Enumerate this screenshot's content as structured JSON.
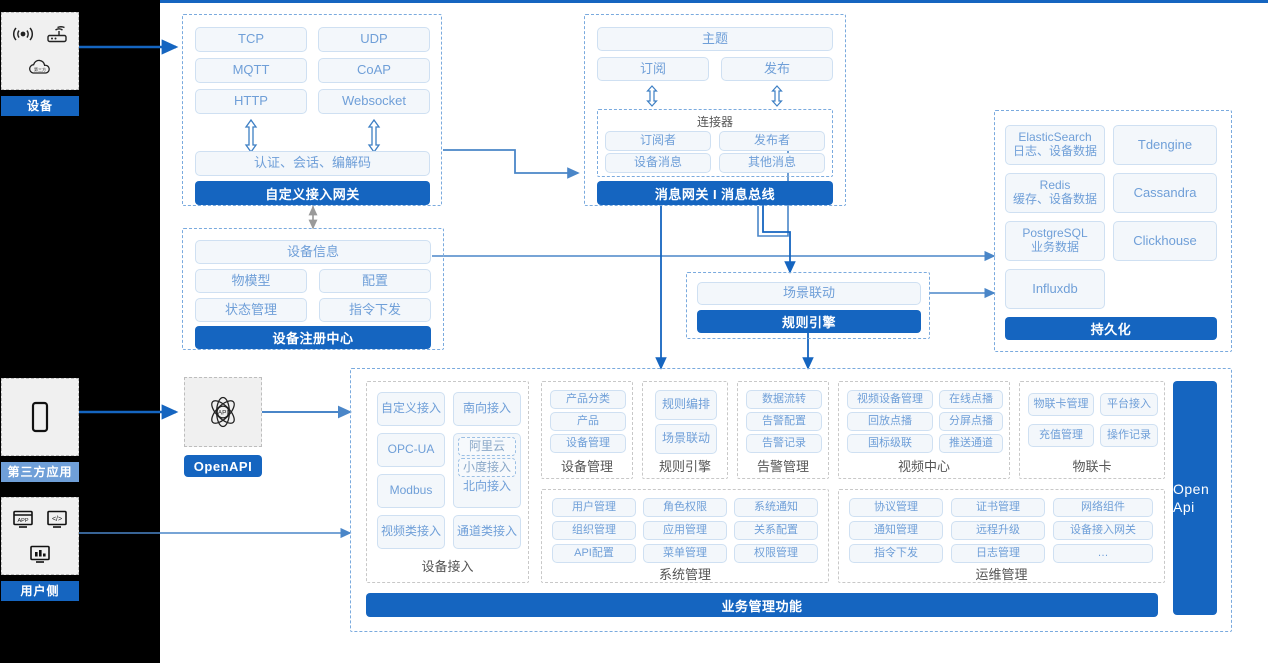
{
  "meta": {
    "title": "IoT 平台架构图"
  },
  "actors": [
    {
      "id": "device",
      "caption": "设备",
      "icons": [
        "wifi-signal-icon",
        "router-icon",
        "cloud-icon"
      ]
    },
    {
      "id": "thirdparty",
      "caption": "第三方应用",
      "icons": [
        "mobile-phone-icon"
      ]
    },
    {
      "id": "user",
      "caption": "用户侧",
      "icons": [
        "app-window-icon",
        "code-window-icon",
        "dashboard-icon"
      ]
    }
  ],
  "openapi": {
    "label": "OpenAPI",
    "icon": "api-atom-icon"
  },
  "gateway": {
    "protocols_left": [
      "TCP",
      "MQTT",
      "HTTP"
    ],
    "protocols_right": [
      "UDP",
      "CoAP",
      "Websocket"
    ],
    "middle": "认证、会话、编解码",
    "bar": "自定义接入网关",
    "arrow_icon": "up-down-arrow-icon"
  },
  "message_bus": {
    "topic": "主题",
    "subscribe": "订阅",
    "publish": "发布",
    "connector_title": "连接器",
    "connector_items": [
      "订阅者",
      "发布者",
      "设备消息",
      "其他消息"
    ],
    "bar": "消息网关 I 消息总线",
    "arrow_icon": "up-down-arrow-icon"
  },
  "registry": {
    "head": "设备信息",
    "items": [
      "物模型",
      "配置",
      "状态管理",
      "指令下发"
    ],
    "bar": "设备注册中心"
  },
  "rule_engine": {
    "head": "场景联动",
    "bar": "规则引擎"
  },
  "persistence": {
    "left": [
      {
        "name": "ElasticSearch",
        "sub": "日志、设备数据"
      },
      {
        "name": "Redis",
        "sub": "缓存、设备数据"
      },
      {
        "name": "PostgreSQL",
        "sub": "业务数据"
      },
      {
        "name": "Influxdb",
        "sub": ""
      }
    ],
    "right": [
      {
        "name": "Tdengine",
        "sub": ""
      },
      {
        "name": "Cassandra",
        "sub": ""
      },
      {
        "name": "Clickhouse",
        "sub": ""
      }
    ],
    "bar": "持久化"
  },
  "business": {
    "bar": "业务管理功能",
    "open_api_side": "Open Api",
    "groups": [
      {
        "id": "device-access",
        "caption": "设备接入",
        "cells": [
          "自定义接入",
          "南向接入",
          "OPC-UA",
          "Modbus",
          "视频类接入",
          "通道类接入"
        ],
        "northbound": {
          "label": "北向接入",
          "subs": [
            "阿里云",
            "小度接入"
          ]
        }
      },
      {
        "id": "device-manage",
        "caption": "设备管理",
        "cells": [
          "产品分类",
          "产品",
          "设备管理"
        ]
      },
      {
        "id": "rule-engine",
        "caption": "规则引擎",
        "cells": [
          "规则编排",
          "场景联动"
        ]
      },
      {
        "id": "alarm-manage",
        "caption": "告警管理",
        "cells": [
          "数据流转",
          "告警配置",
          "告警记录"
        ]
      },
      {
        "id": "video-center",
        "caption": "视频中心",
        "cells": [
          "视频设备管理",
          "在线点播",
          "回放点播",
          "分屏点播",
          "国标级联",
          "推送通道"
        ]
      },
      {
        "id": "iot-card",
        "caption": "物联卡",
        "cells": [
          "物联卡管理",
          "平台接入",
          "充值管理",
          "操作记录"
        ]
      },
      {
        "id": "system-manage",
        "caption": "系统管理",
        "cells": [
          "用户管理",
          "角色权限",
          "系统通知",
          "组织管理",
          "应用管理",
          "关系配置",
          "API配置",
          "菜单管理",
          "权限管理"
        ]
      },
      {
        "id": "ops-manage",
        "caption": "运维管理",
        "cells": [
          "协议管理",
          "证书管理",
          "网络组件",
          "通知管理",
          "远程升级",
          "设备接入网关",
          "指令下发",
          "日志管理",
          "…"
        ]
      }
    ]
  },
  "colors": {
    "accent": "#1565c0",
    "pill_text": "#6f9fd8",
    "pill_border": "#cfe0f2",
    "pill_bg": "#f3f7fb",
    "dash_border": "#7aaade",
    "rail": "#000000"
  }
}
